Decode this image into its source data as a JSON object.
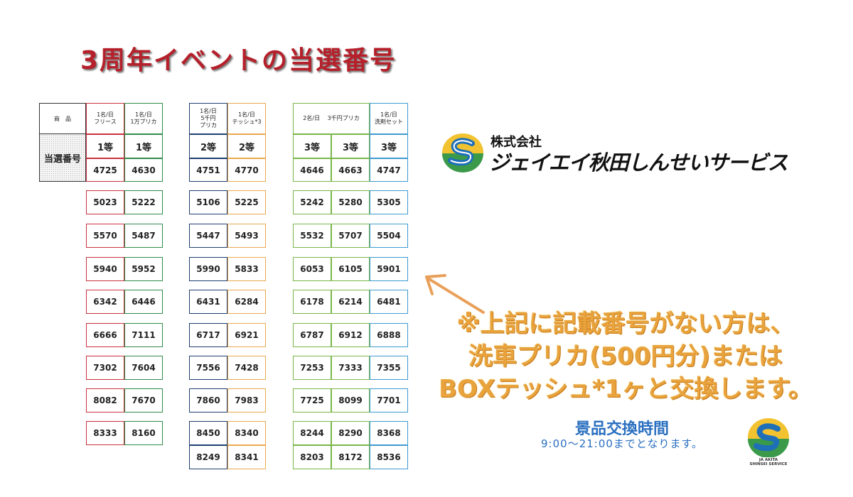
{
  "title": "3周年イベントの当選番号",
  "table_label_product": "商　品",
  "table_label_numbers": "当選番号",
  "groups": [
    {
      "columns": [
        {
          "header": "1名/日\nフリース",
          "rank": "1等",
          "color": "#c8323f",
          "numbers": [
            "4725",
            "5023",
            "5570",
            "5940",
            "6342",
            "6666",
            "7302",
            "8082",
            "8333"
          ]
        },
        {
          "header": "1名/日\n1万プリカ",
          "rank": "1等",
          "color": "#2f8a4a",
          "numbers": [
            "4630",
            "5222",
            "5487",
            "5952",
            "6446",
            "7111",
            "7604",
            "7670",
            "8160"
          ]
        }
      ]
    },
    {
      "columns": [
        {
          "header": "1名/日\n5千円\nプリカ",
          "rank": "2等",
          "color": "#1f3e6e",
          "numbers": [
            "4751",
            "5106",
            "5447",
            "5990",
            "6431",
            "6717",
            "7556",
            "7860",
            "8450",
            "8249"
          ]
        },
        {
          "header": "1名/日\nテッシュ*3",
          "rank": "2等",
          "color": "#e9a84f",
          "numbers": [
            "4770",
            "5225",
            "5493",
            "5833",
            "6284",
            "6921",
            "7428",
            "7983",
            "8340",
            "8341"
          ]
        }
      ]
    },
    {
      "header_merged": "2名/日　 3千円プリカ",
      "columns": [
        {
          "rank": "3等",
          "color": "#7ab648",
          "numbers": [
            "4646",
            "5242",
            "5532",
            "6053",
            "6178",
            "6787",
            "7253",
            "7725",
            "8244",
            "8203"
          ]
        },
        {
          "rank": "3等",
          "color": "#7ab648",
          "numbers": [
            "4663",
            "5280",
            "5707",
            "6105",
            "6214",
            "6912",
            "7333",
            "8099",
            "8290",
            "8172"
          ]
        },
        {
          "header": "1名/日\n洗剤セット",
          "rank": "3等",
          "color": "#3d9ad1",
          "numbers": [
            "4747",
            "5305",
            "5504",
            "5901",
            "6481",
            "6888",
            "7355",
            "7701",
            "8368",
            "8536"
          ]
        }
      ]
    }
  ],
  "company": {
    "prefix": "株式会社",
    "name": "ジェイエイ秋田しんせいサービス",
    "logo_text": "JA AKITA\nSHINSEI SERVICE"
  },
  "notice_lines": [
    "※上記に記載番号がない方は、",
    "洗車プリカ(500円分)または",
    "BOXテッシュ*1ヶと交換します。"
  ],
  "exchange": {
    "title": "景品交換時間",
    "hours": "9:00～21:00までとなります。"
  },
  "colors": {
    "title": "#b5202a",
    "notice": "#e9a33c",
    "exchange": "#2a6fc0"
  }
}
